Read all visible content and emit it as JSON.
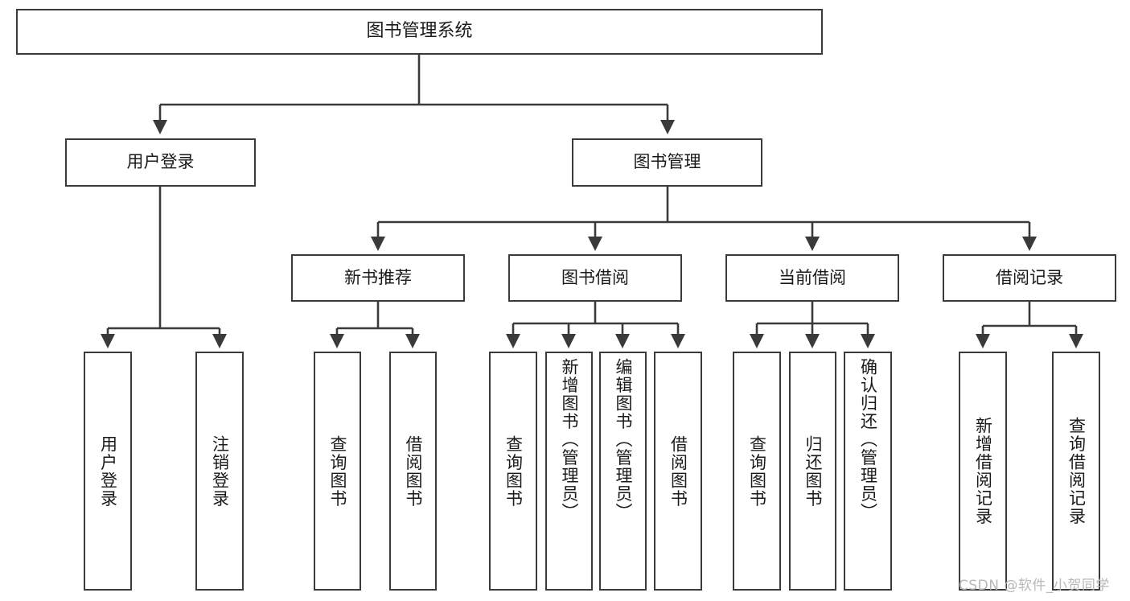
{
  "diagram": {
    "type": "hierarchy-tree",
    "title": "图书管理系统",
    "colors": {
      "box_border": "#3a3a3a",
      "box_fill": "#ffffff",
      "edge": "#3a3a3a",
      "text": "#1a1a1a",
      "watermark": "#b8b8b8"
    },
    "nodes": {
      "root": {
        "label": "图书管理系统"
      },
      "level2": [
        {
          "label": "用户登录"
        },
        {
          "label": "图书管理"
        }
      ],
      "level3": [
        {
          "label": "新书推荐"
        },
        {
          "label": "图书借阅"
        },
        {
          "label": "当前借阅"
        },
        {
          "label": "借阅记录"
        }
      ],
      "leaves": {
        "user_login": [
          {
            "label": "用户登录"
          },
          {
            "label": "注销登录"
          }
        ],
        "new_book_recommend": [
          {
            "label": "查询图书"
          },
          {
            "label": "借阅图书"
          }
        ],
        "book_borrow": [
          {
            "label": "查询图书"
          },
          {
            "label": "新增图书（管理员）"
          },
          {
            "label": "编辑图书（管理员）"
          },
          {
            "label": "借阅图书"
          }
        ],
        "current_borrow": [
          {
            "label": "查询图书"
          },
          {
            "label": "归还图书"
          },
          {
            "label": "确认归还（管理员）"
          }
        ],
        "borrow_record": [
          {
            "label": "新增借阅记录"
          },
          {
            "label": "查询借阅记录"
          }
        ]
      }
    },
    "watermark": "CSDN @软件_小贺同学"
  }
}
